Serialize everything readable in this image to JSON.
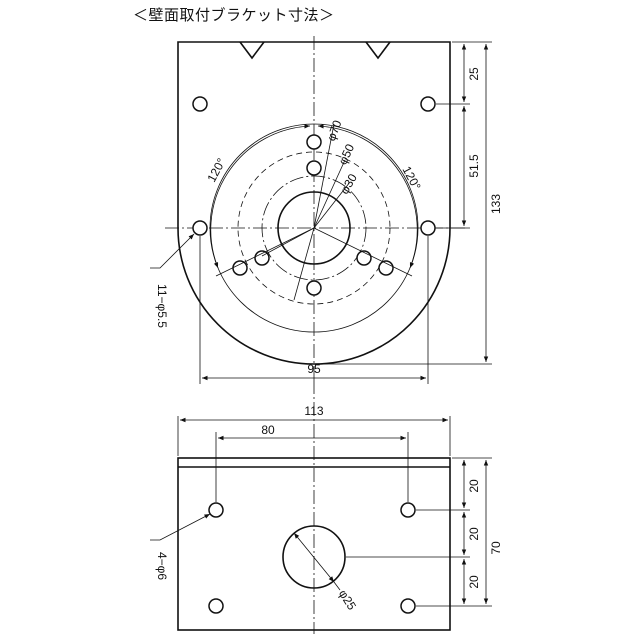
{
  "title": "＜壁面取付ブラケット寸法＞",
  "top_view": {
    "dims": {
      "d25": "25",
      "d51_5": "51.5",
      "d133": "133",
      "d95": "95",
      "phi70": "φ70",
      "phi50": "φ50",
      "phi30": "φ30",
      "ang_left": "120°",
      "ang_right": "120°",
      "holes": "11−φ5.5"
    }
  },
  "front_view": {
    "dims": {
      "d113": "113",
      "d80": "80",
      "d20a": "20",
      "d20b": "20",
      "d20c": "20",
      "d70": "70",
      "holes": "4−φ6",
      "phi25": "φ25"
    }
  }
}
